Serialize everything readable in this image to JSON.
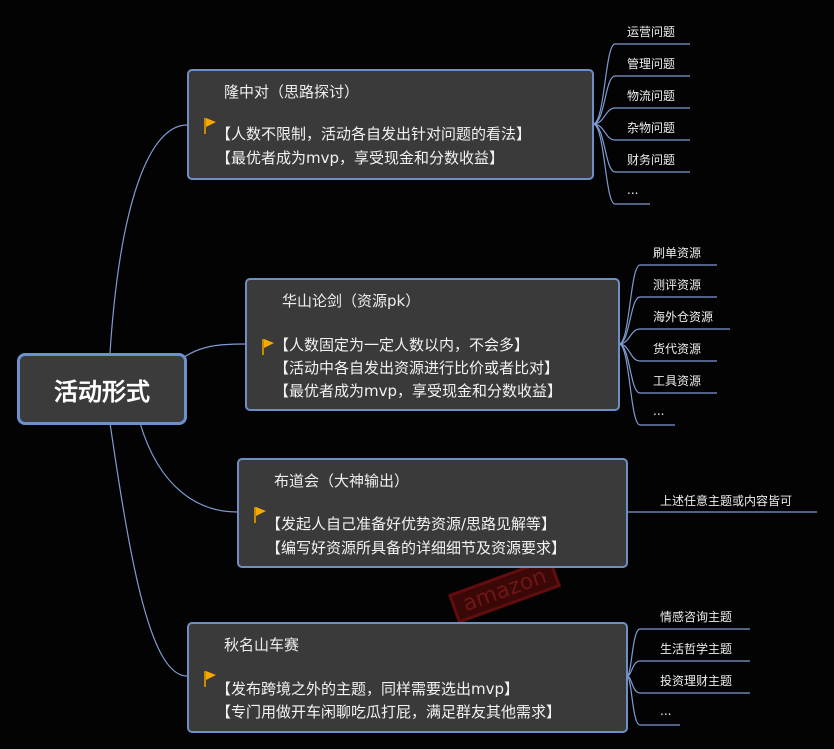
{
  "root": {
    "label": "活动形式"
  },
  "watermark": "amazon",
  "colors": {
    "accent": "#6d8fc4",
    "node_bg": "#3a3a3a",
    "flag": "#f5a800"
  },
  "nodes": [
    {
      "title": "隆中对（思路探讨）",
      "lines": [
        "【人数不限制，活动各自发出针对问题的看法】",
        "【最优者成为mvp，享受现金和分数收益】"
      ],
      "children": [
        "运营问题",
        "管理问题",
        "物流问题",
        "杂物问题",
        "财务问题",
        "..."
      ]
    },
    {
      "title": "华山论剑（资源pk）",
      "lines": [
        "【人数固定为一定人数以内，不会多】",
        "【活动中各自发出资源进行比价或者比对】",
        "【最优者成为mvp，享受现金和分数收益】"
      ],
      "children": [
        "刷单资源",
        "测评资源",
        "海外仓资源",
        "货代资源",
        "工具资源",
        "..."
      ]
    },
    {
      "title": "布道会（大神输出）",
      "lines": [
        "【发起人自己准备好优势资源/思路见解等】",
        "【编写好资源所具备的详细细节及资源要求】"
      ],
      "children": [
        "上述任意主题或内容皆可"
      ]
    },
    {
      "title": "秋名山车赛",
      "lines": [
        "【发布跨境之外的主题，同样需要选出mvp】",
        "【专门用做开车闲聊吃瓜打屁，满足群友其他需求】"
      ],
      "children": [
        "情感咨询主题",
        "生活哲学主题",
        "投资理财主题",
        "..."
      ]
    }
  ]
}
